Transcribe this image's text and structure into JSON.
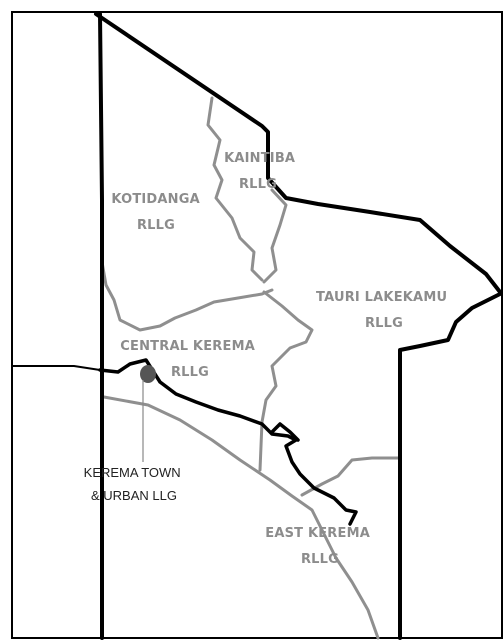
{
  "regions": [
    {
      "id": "kaintiba",
      "line1": "KAINTIBA",
      "line2": "RLLG"
    },
    {
      "id": "kotidanga",
      "line1": "KOTIDANGA",
      "line2": "RLLG"
    },
    {
      "id": "tauri_lakekamu",
      "line1": "TAURI LAKEKAMU",
      "line2": "RLLG"
    },
    {
      "id": "central_kerema",
      "line1": "CENTRAL KEREMA",
      "line2": "RLLG"
    },
    {
      "id": "east_kerema",
      "line1": "EAST KEREMA",
      "line2": "RLLG"
    }
  ],
  "town": {
    "line1": "KEREMA TOWN",
    "line2": "& URBAN LLG"
  },
  "colors": {
    "border": "#000000",
    "llg_border": "#8f8f8f",
    "label": "#8c8c8c",
    "town_fill": "#555555"
  }
}
